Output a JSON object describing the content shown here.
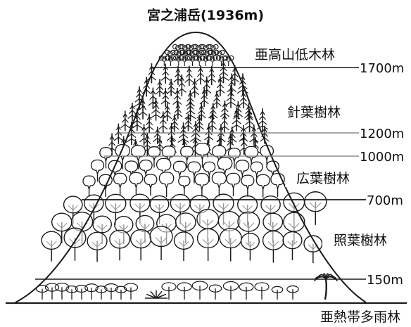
{
  "title": "宮之浦岳(1936m)",
  "zones": [
    {
      "name": "亜高山低木林"
    },
    {
      "name": "針葉樹林"
    },
    {
      "name": "広葉樹林"
    },
    {
      "name": "照葉樹林"
    },
    {
      "name": "亜熱帯多雨林"
    }
  ],
  "elevations": [
    {
      "value": 1700,
      "label": "1700m"
    },
    {
      "value": 1200,
      "label": "1200m"
    },
    {
      "value": 1000,
      "label": "1000m"
    },
    {
      "value": 700,
      "label": "700m"
    },
    {
      "value": 150,
      "label": "150m"
    }
  ],
  "colors": {
    "ink": "#111111",
    "line": "#1a1a1a",
    "background": "#ffffff"
  }
}
